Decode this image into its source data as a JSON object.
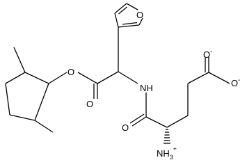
{
  "molecule": {
    "atoms": {
      "furan_oxygen": "O",
      "ester_oxygen": "O",
      "ester_carbonyl_oxygen": "O",
      "amide_nitrogen": "NH",
      "amide_carbonyl_oxygen": "O",
      "carboxylate_oxygen_1": "O",
      "carboxylate_oxygen_2": "O",
      "ammonium": "NH"
    },
    "charges": {
      "carboxylate_1": "-",
      "carboxylate_2": "-",
      "ammonium_subscript": "3",
      "ammonium_charge": "+"
    }
  }
}
